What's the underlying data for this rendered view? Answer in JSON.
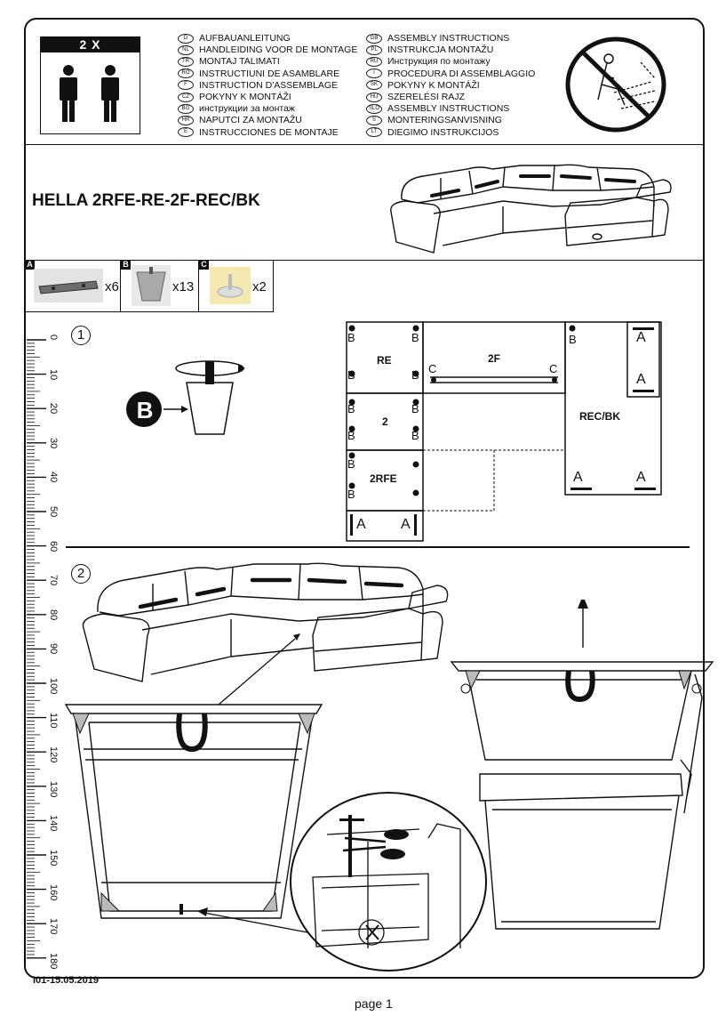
{
  "header": {
    "people_count_label": "2 X",
    "languages_left": [
      {
        "code": "D",
        "text": "AUFBAUANLEITUNG"
      },
      {
        "code": "NL",
        "text": "HANDLEIDING VOOR DE MONTAGE"
      },
      {
        "code": "TR",
        "text": "MONTAJ TALIMATI"
      },
      {
        "code": "RO",
        "text": "INSTRUCTIUNI DE ASAMBLARE"
      },
      {
        "code": "F",
        "text": "INSTRUCTION D'ASSEMBLAGE"
      },
      {
        "code": "CZ",
        "text": "POKYNY K MONTÁŽI"
      },
      {
        "code": "BG",
        "text": "инструкции за монтаж"
      },
      {
        "code": "HR",
        "text": "NAPUTCI ZA MONTAŽU"
      },
      {
        "code": "E",
        "text": "INSTRUCCIONES DE MONTAJE"
      }
    ],
    "languages_right": [
      {
        "code": "GB",
        "text": "ASSEMBLY INSTRUCTIONS"
      },
      {
        "code": "PL",
        "text": "INSTRUKCJA MONTAŽU"
      },
      {
        "code": "RU",
        "text": "Инструкция по монтажу"
      },
      {
        "code": "I",
        "text": "PROCEDURA DI ASSEMBLAGGIO"
      },
      {
        "code": "SK",
        "text": "POKYNY K MONTÁŽI"
      },
      {
        "code": "HU",
        "text": "SZERELÉSI RAJZ"
      },
      {
        "code": "SLO",
        "text": "ASSEMBLY INSTRUCTIONS"
      },
      {
        "code": "S",
        "text": "MONTERINGSANVISNING"
      },
      {
        "code": "LT",
        "text": "DIEGIMO INSTRUKCIJOS"
      }
    ]
  },
  "product": {
    "title": "HELLA 2RFE-RE-2F-REC/BK"
  },
  "parts": [
    {
      "letter": "A",
      "qty": "x6"
    },
    {
      "letter": "B",
      "qty": "x13"
    },
    {
      "letter": "C",
      "qty": "x2"
    }
  ],
  "steps": {
    "step1": "1",
    "step2": "2"
  },
  "step1": {
    "leg_label": "B",
    "modules": {
      "re": "RE",
      "f2": "2F",
      "m2": "2",
      "rfe2": "2RFE",
      "recbk": "REC/BK"
    },
    "marker_b": "B",
    "marker_c": "C",
    "marker_a": "A"
  },
  "ruler": {
    "labels": [
      "0",
      "10",
      "20",
      "30",
      "40",
      "50",
      "60",
      "70",
      "80",
      "90",
      "100",
      "110",
      "120",
      "130",
      "140",
      "150",
      "160",
      "170",
      "180"
    ]
  },
  "footer": {
    "code": "I01-15.05.2019",
    "page": "page 1"
  }
}
